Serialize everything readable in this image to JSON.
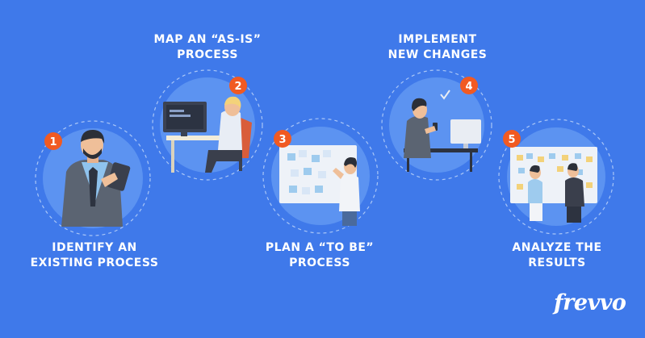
{
  "steps": [
    {
      "number": "1",
      "label": "IDENTIFY AN\nEXISTING PROCESS"
    },
    {
      "number": "2",
      "label": "MAP AN “AS-IS”\nPROCESS"
    },
    {
      "number": "3",
      "label": "PLAN A “TO BE”\nPROCESS"
    },
    {
      "number": "4",
      "label": "IMPLEMENT\nNEW CHANGES"
    },
    {
      "number": "5",
      "label": "ANALYZE THE\nRESULTS"
    }
  ],
  "brand": {
    "logo_text": "frevvo"
  },
  "colors": {
    "background": "#3f79ea",
    "circle_fill": "#5c93f1",
    "badge": "#f15a22",
    "text": "#ffffff"
  }
}
